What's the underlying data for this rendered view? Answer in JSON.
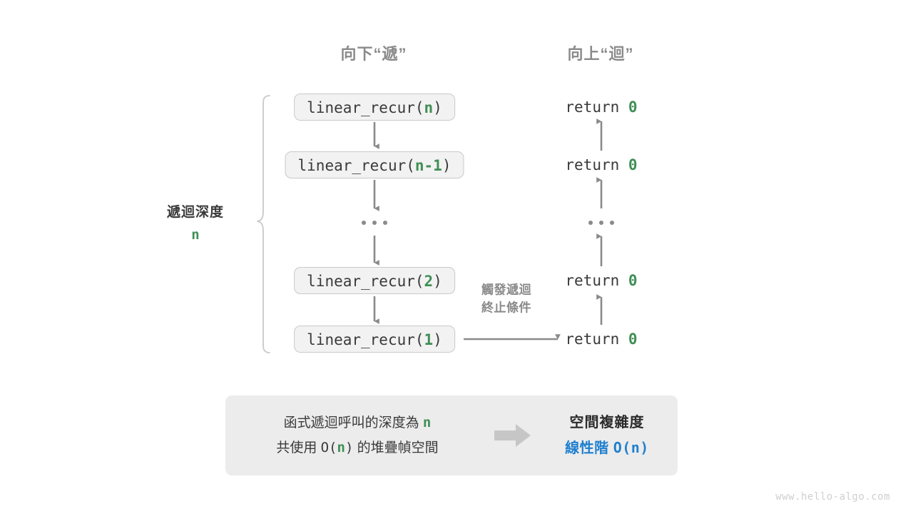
{
  "headings": {
    "down": "向下“遞”",
    "up": "向上“迴”"
  },
  "depth_bracket": {
    "title": "遞迴深度",
    "value": "n"
  },
  "call_stack": [
    {
      "name": "linear_recur(",
      "arg": "n",
      "close": ")"
    },
    {
      "name": "linear_recur(",
      "arg": "n-1",
      "close": ")"
    },
    {
      "name": "linear_recur(",
      "arg": "2",
      "close": ")"
    },
    {
      "name": "linear_recur(",
      "arg": "1",
      "close": ")"
    }
  ],
  "ellipsis": "...",
  "returns": [
    {
      "keyword": "return",
      "value": "0"
    },
    {
      "keyword": "return",
      "value": "0"
    },
    {
      "keyword": "return",
      "value": "0"
    },
    {
      "keyword": "return",
      "value": "0"
    }
  ],
  "trigger_note": {
    "line1": "觸發遞迴",
    "line2": "終止條件"
  },
  "summary": {
    "left_line1_pre": "函式遞迴呼叫的深度為 ",
    "left_line1_var": "n",
    "left_line2_pre": "共使用 ",
    "left_line2_big_o_open": "O(",
    "left_line2_var": "n",
    "left_line2_big_o_close": ")",
    "left_line2_post": " 的堆疊幀空間",
    "right_title": "空間複雜度",
    "right_value_text": "線性階 ",
    "right_value_mono": "O(n)"
  },
  "watermark": "www.hello-algo.com",
  "colors": {
    "green": "#3f8f55",
    "blue": "#1f80cf",
    "gray_text": "#3a3a3a",
    "gray_muted": "#8a8a8a",
    "box_fill": "#f2f2f2",
    "box_border": "#c9c9c9",
    "panel_fill": "#ececec",
    "arrow": "#8a8a8a"
  }
}
